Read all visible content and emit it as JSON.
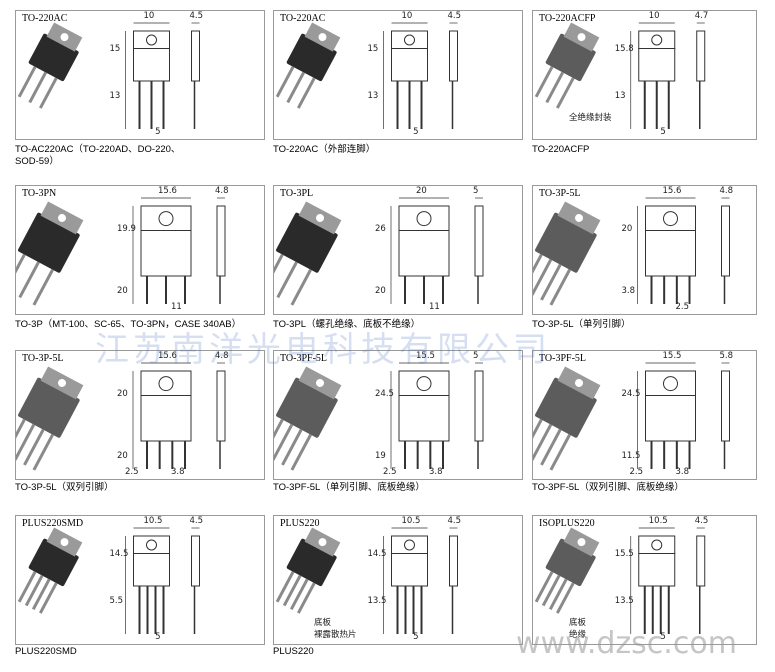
{
  "packages": [
    {
      "tag": "TO-220AC",
      "caption": "TO-AC220AC（TO-220AD、DO-220、\nSOD-59）",
      "dims": [
        "10",
        "4.5",
        "15",
        "13",
        "5"
      ]
    },
    {
      "tag": "TO-220AC",
      "caption": "TO-220AC（外部连脚）",
      "dims": [
        "10",
        "4.5",
        "15",
        "13",
        "5"
      ]
    },
    {
      "tag": "TO-220ACFP",
      "caption": "TO-220ACFP",
      "dims": [
        "10",
        "4.7",
        "15.8",
        "13",
        "5"
      ],
      "note": "全绝缘封装"
    },
    {
      "tag": "TO-3PN",
      "caption": "TO-3P（MT-100、SC-65、TO-3PN，CASE 340AB）",
      "dims": [
        "15.6",
        "4.8",
        "19.9",
        "20",
        "11"
      ]
    },
    {
      "tag": "TO-3PL",
      "caption": "TO-3PL（螺孔绝缘、底板不绝缘）",
      "dims": [
        "20",
        "5",
        "26",
        "20",
        "11"
      ]
    },
    {
      "tag": "TO-3P-5L",
      "caption": "TO-3P-5L（单列引脚）",
      "dims": [
        "15.6",
        "4.8",
        "20",
        "3.8",
        "2.5"
      ]
    },
    {
      "tag": "TO-3P-5L",
      "caption": "TO-3P-5L（双列引脚）",
      "dims": [
        "15.6",
        "4.8",
        "20",
        "20",
        "3.8",
        "2.5"
      ]
    },
    {
      "tag": "TO-3PF-5L",
      "caption": "TO-3PF-5L（单列引脚、底板绝缘）",
      "dims": [
        "15.5",
        "5",
        "24.5",
        "19",
        "3.8",
        "2.5"
      ]
    },
    {
      "tag": "TO-3PF-5L",
      "caption": "TO-3PF-5L（双列引脚、底板绝缘）",
      "dims": [
        "15.5",
        "5.8",
        "24.5",
        "11.5",
        "3.8",
        "2.5"
      ]
    },
    {
      "tag": "PLUS220SMD",
      "caption": "PLUS220SMD",
      "dims": [
        "10.5",
        "4.5",
        "14.5",
        "5.5",
        "5"
      ]
    },
    {
      "tag": "PLUS220",
      "caption": "PLUS220",
      "dims": [
        "10.5",
        "4.5",
        "14.5",
        "13.5",
        "5"
      ],
      "note": "底板\n裸露散热片"
    },
    {
      "tag": "ISOPLUS220",
      "caption": "",
      "dims": [
        "10.5",
        "4.5",
        "15.5",
        "13.5",
        "5"
      ],
      "note": "底板\n绝缘"
    }
  ],
  "watermark_company": "江苏南洋光电科技有限公司",
  "watermark_site": "www.dzsc.com",
  "colors": {
    "border": "#9a9a9a",
    "body_dark": "#2a2a2a",
    "body_grey": "#5c5c5c",
    "line": "#333333",
    "watermark_blue": "#466ebe"
  }
}
